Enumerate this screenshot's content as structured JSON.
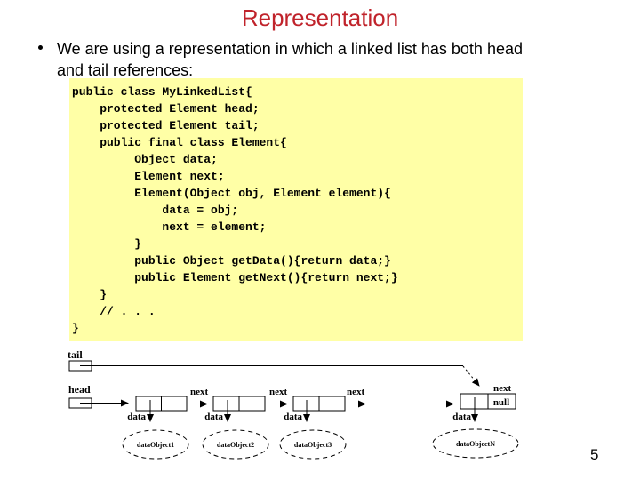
{
  "slide": {
    "title": "Representation",
    "bullet": {
      "lines": [
        "We are using a representation in which a linked list has both head",
        "and tail references:"
      ]
    },
    "page_number": "5"
  },
  "code": "public class MyLinkedList{\n    protected Element head;\n    protected Element tail;\n    public final class Element{\n         Object data;\n         Element next;\n         Element(Object obj, Element element){\n             data = obj;\n             next = element;\n         }\n         public Object getData(){return data;}\n         public Element getNext(){return next;}\n    }\n    // . . .\n}",
  "diagram": {
    "tail_label": "tail",
    "head_label": "head",
    "null_label": "null",
    "next_labels": [
      "next",
      "next",
      "next",
      "next"
    ],
    "data_labels": [
      "data",
      "data",
      "data",
      "data"
    ],
    "object_labels": [
      "dataObject1",
      "dataObject2",
      "dataObject3",
      "dataObjectN"
    ]
  },
  "colors": {
    "title_red": "#c0232b",
    "code_background": "#ffffa6",
    "text_black": "#000000"
  }
}
